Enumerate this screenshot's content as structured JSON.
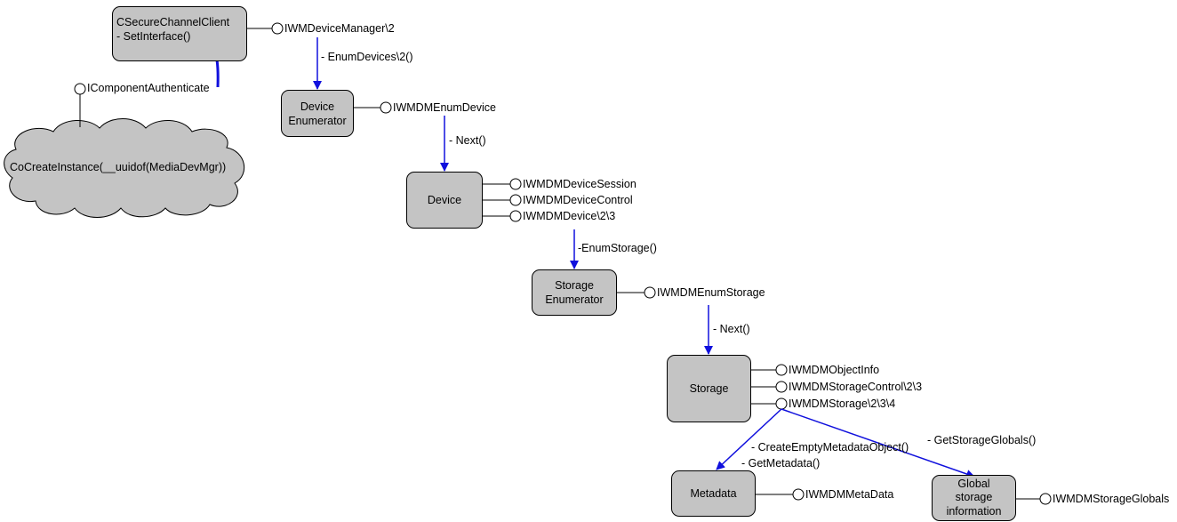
{
  "colors": {
    "box_fill": "#c4c4c4",
    "line": "#000000",
    "arrow": "#1010dd",
    "background": "#ffffff"
  },
  "nodes": {
    "secure_channel_client": "CSecureChannelClient\n- SetInterface()",
    "cocreate_cloud": "CoCreateInstance(__uuidof(MediaDevMgr))",
    "device_enumerator": "Device\nEnumerator",
    "device": "Device",
    "storage_enumerator": "Storage\nEnumerator",
    "storage": "Storage",
    "metadata": "Metadata",
    "global_storage_info": "Global\nstorage\ninformation"
  },
  "interfaces": {
    "icomponentauthenticate": "IComponentAuthenticate",
    "iwmdevicemanager": "IWMDeviceManager\\2",
    "iwmdmenumdevice": "IWMDMEnumDevice",
    "iwmdmdevicesession": "IWMDMDeviceSession",
    "iwmdmdevicecontrol": "IWMDMDeviceControl",
    "iwmdmdevice": "IWMDMDevice\\2\\3",
    "iwmdmenumstorage": "IWMDMEnumStorage",
    "iwmdmobjectinfo": "IWMDMObjectInfo",
    "iwmdmstoragecontrol": "IWMDMStorageControl\\2\\3",
    "iwmdmstorage": "IWMDMStorage\\2\\3\\4",
    "iwmdmmetadata": "IWMDMMetaData",
    "iwmdmstorageglobals": "IWMDMStorageGlobals"
  },
  "calls": {
    "enum_devices": "- EnumDevices\\2()",
    "next_device": "- Next()",
    "enum_storage": "-EnumStorage()",
    "next_storage": "- Next()",
    "create_empty_metadata": "- CreateEmptyMetadataObject()",
    "get_metadata": "- GetMetadata()",
    "get_storage_globals": "- GetStorageGlobals()"
  }
}
